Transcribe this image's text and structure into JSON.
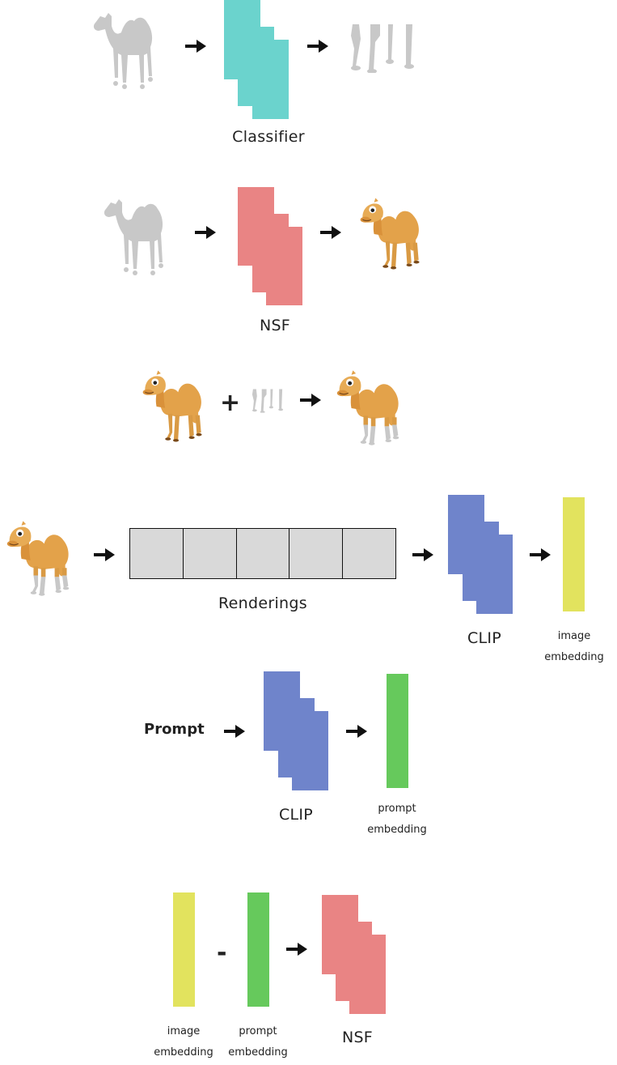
{
  "colors": {
    "classifier": "#6bd3cd",
    "nsf": "#e98484",
    "clip": "#6f84cb",
    "image_embedding": "#e2e35e",
    "prompt_embedding": "#66c95c",
    "silhouette": "#c8c8c8",
    "camel_body": "#e3a24a",
    "renderings_fill": "#d9d9d9"
  },
  "icons": [
    "camel-silhouette",
    "camel-legs-silhouette",
    "camel",
    "camel-with-gray-legs",
    "right-arrow"
  ],
  "row1": {
    "model_label": "Classifier"
  },
  "row2": {
    "model_label": "NSF"
  },
  "row3": {
    "plus": "+"
  },
  "row4": {
    "renderings_label": "Renderings",
    "model_label": "CLIP",
    "embedding_line1": "image",
    "embedding_line2": "embedding"
  },
  "row5": {
    "prompt_text": "Prompt",
    "model_label": "CLIP",
    "embedding_line1": "prompt",
    "embedding_line2": "embedding"
  },
  "row6": {
    "minus": "-",
    "image_embedding_line1": "image",
    "image_embedding_line2": "embedding",
    "prompt_embedding_line1": "prompt",
    "prompt_embedding_line2": "embedding",
    "model_label": "NSF"
  }
}
